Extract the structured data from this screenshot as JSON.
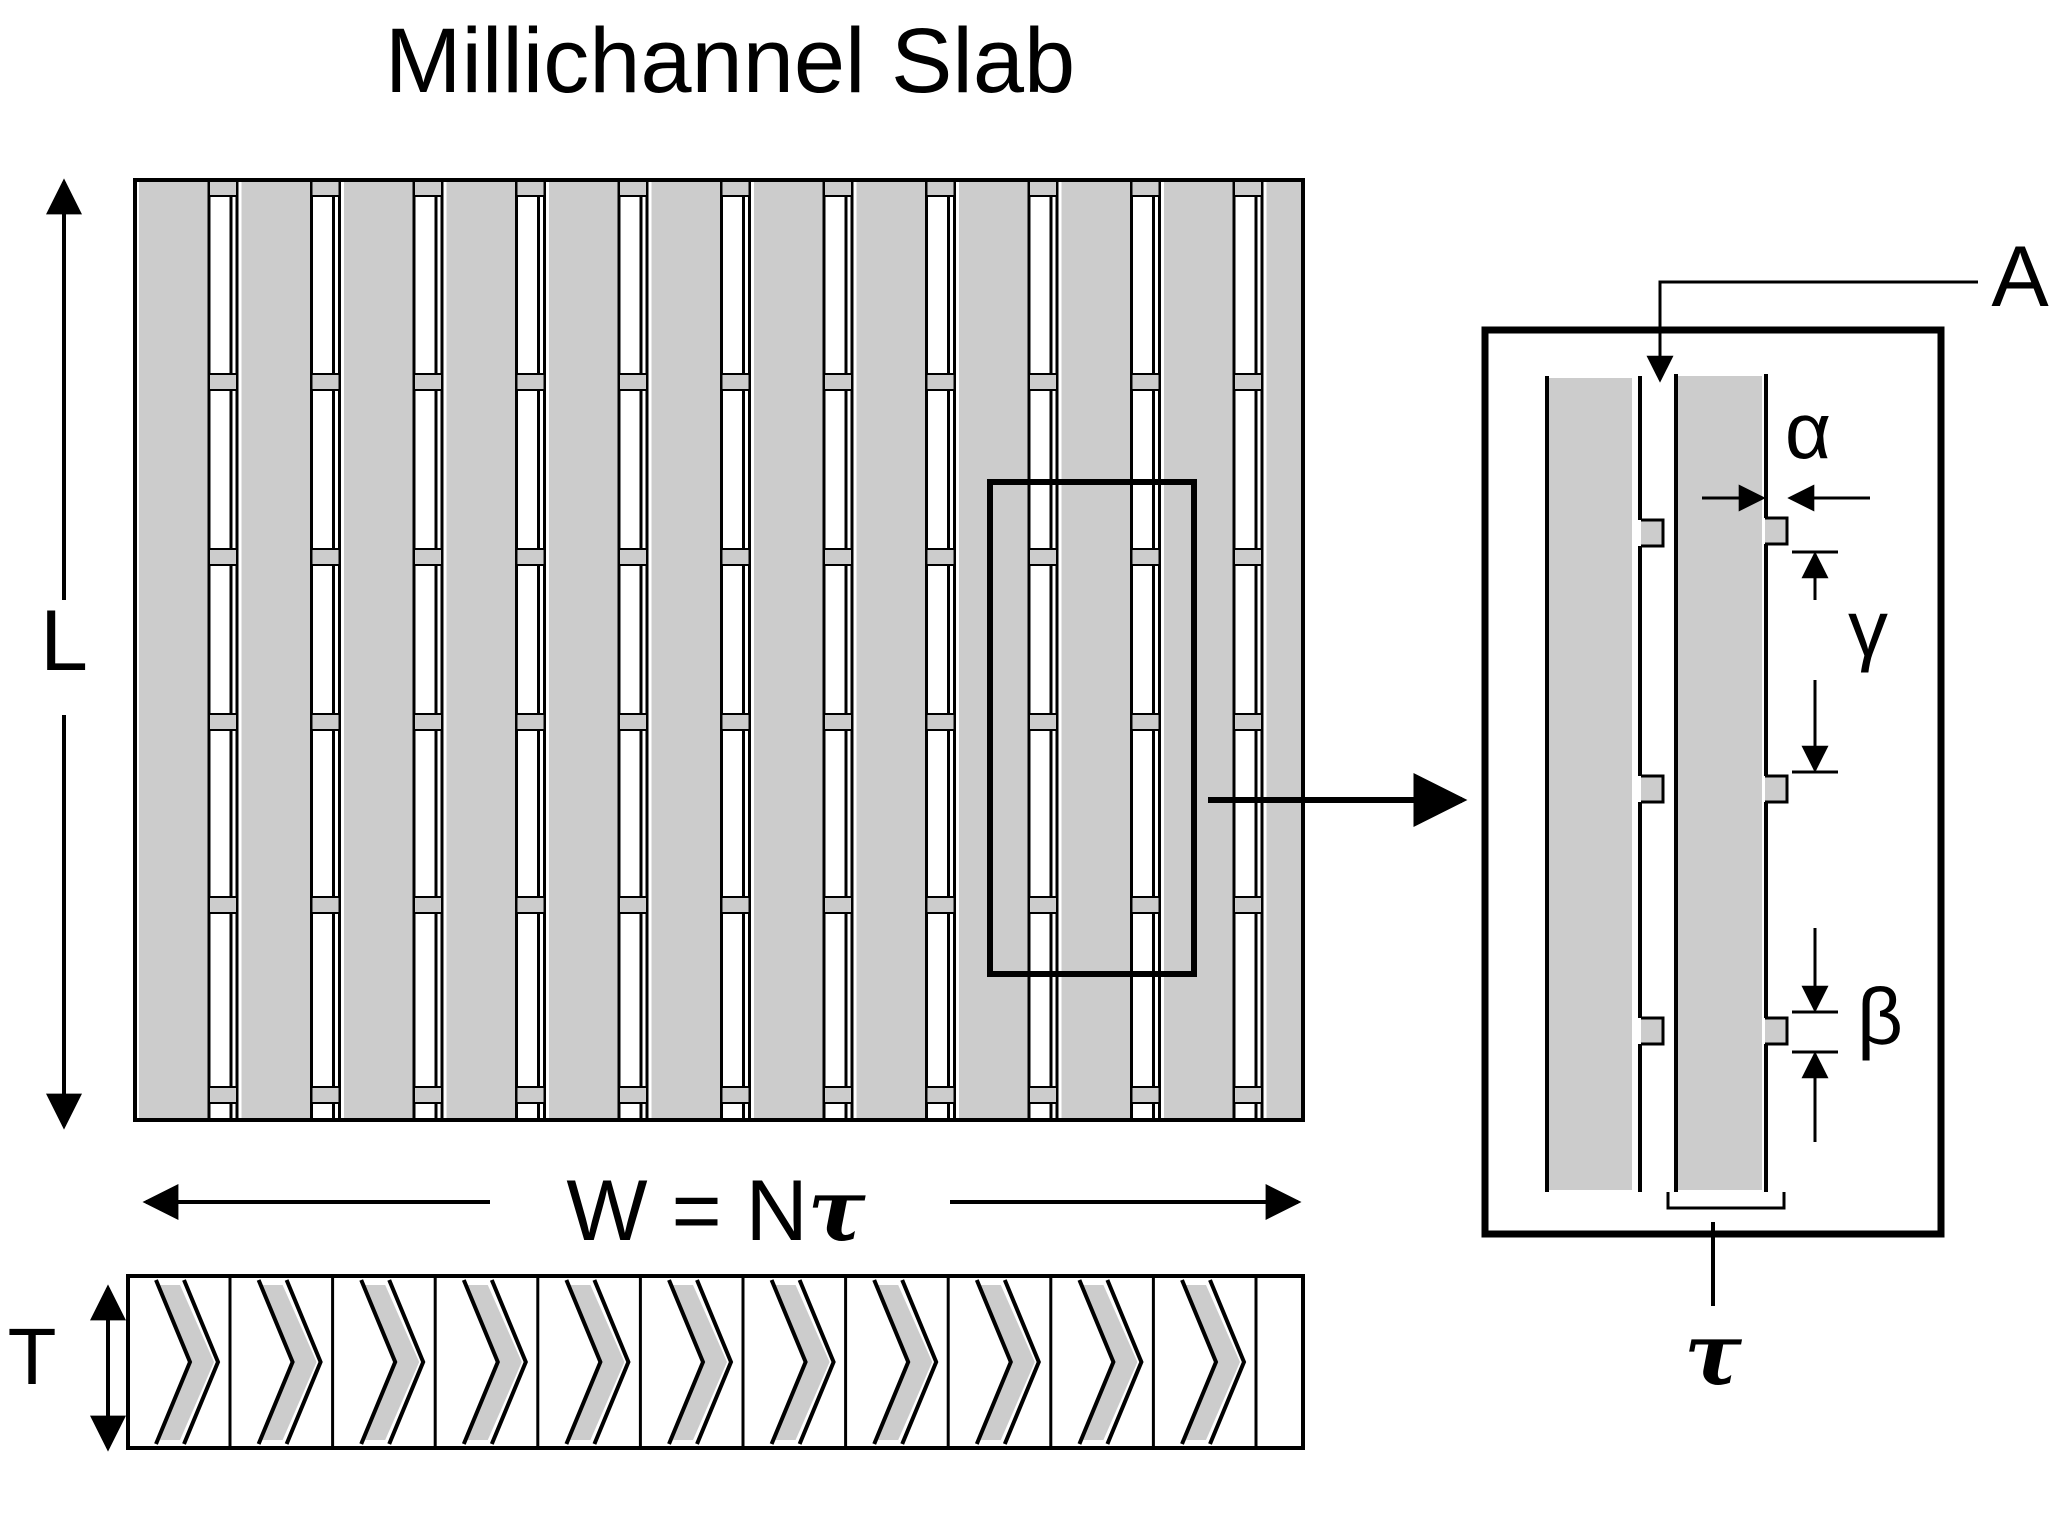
{
  "diagram": {
    "title": "Millichannel Slab",
    "labels": {
      "length": "L",
      "thickness": "T",
      "width_eq": "W = N",
      "tau": "τ",
      "detail_callout": "A",
      "alpha": "α",
      "beta": "β",
      "gamma": "γ"
    },
    "colors": {
      "fin_fill": "#cccccc",
      "line": "#000000",
      "background": "#ffffff"
    }
  }
}
